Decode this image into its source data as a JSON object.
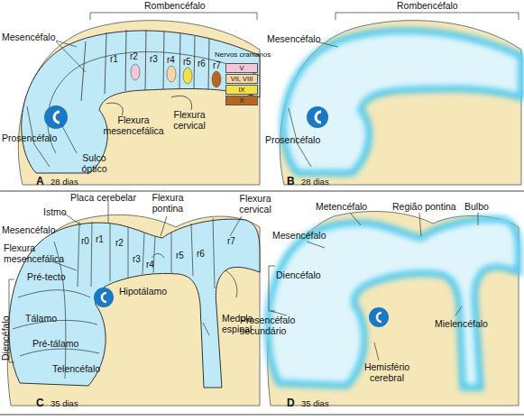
{
  "diagram": {
    "labels": [
      "Rombencéfalo",
      "Mesencéfalo",
      "r1",
      "r2",
      "r3",
      "r4",
      "r5",
      "r6",
      "r7",
      "Flexura mesencefálica",
      "Flexura cervical",
      "Prosencéfalo",
      "Sulco óptico",
      "A",
      "28 dias",
      "Nervos cranianos",
      "Rombencéfalo",
      "Mesencéfalo",
      "Prosencéfalo",
      "B",
      "28 dias",
      "Placa cerebelar",
      "Flexura pontina",
      "Flexura cervical",
      "Istmo",
      "Mesencéfalo",
      "r0",
      "r1",
      "r2",
      "r3",
      "r4",
      "r5",
      "r6",
      "r7",
      "Flexura mesencefálica",
      "Pré-tecto",
      "Diencéfalo",
      "Tálamo",
      "Hipotálamo",
      "Pré-tálamo",
      "Telencéfalo",
      "Medula espinal",
      "C",
      "35 dias",
      "Metencéfalo",
      "Região pontina",
      "Bulbo",
      "Mesencéfalo",
      "Diencéfalo",
      "Mielencéfalo",
      "Prosencéfalo secundário",
      "Hemisfério cerebral",
      "D",
      "35 dias"
    ],
    "legend": [
      {
        "text": "V",
        "color": "#f4c6d8"
      },
      {
        "text": "VII, VIII",
        "color": "#f7d6a8"
      },
      {
        "text": "IX",
        "color": "#f5e04a"
      },
      {
        "text": "X",
        "color": "#b8651e"
      }
    ]
  }
}
